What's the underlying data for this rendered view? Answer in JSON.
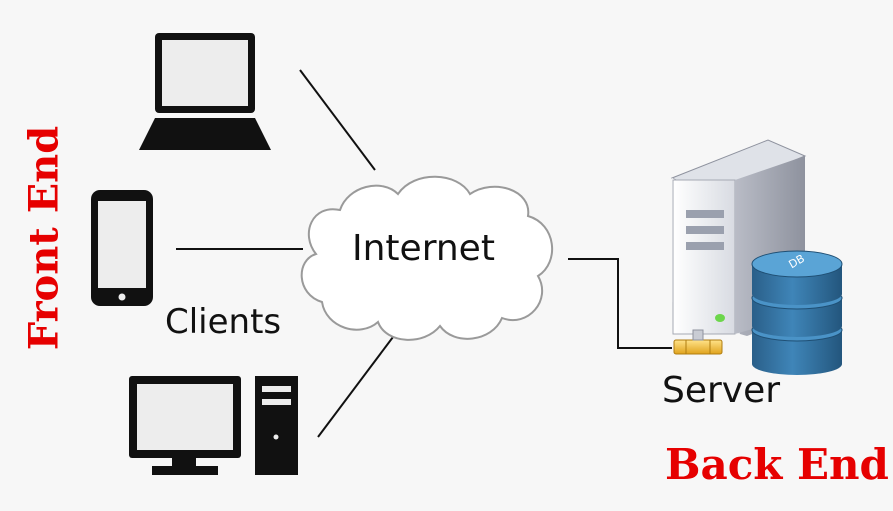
{
  "diagram": {
    "labels": {
      "front_end": "Front End",
      "back_end": "Back End",
      "clients": "Clients",
      "internet": "Internet",
      "server": "Server",
      "db": "DB"
    },
    "nodes": [
      {
        "id": "laptop",
        "icon": "laptop-icon"
      },
      {
        "id": "phone",
        "icon": "smartphone-icon"
      },
      {
        "id": "desktop",
        "icon": "desktop-computer-icon"
      },
      {
        "id": "internet",
        "icon": "cloud-icon"
      },
      {
        "id": "server",
        "icon": "server-tower-icon"
      },
      {
        "id": "database",
        "icon": "database-icon"
      }
    ],
    "edges": [
      {
        "from": "laptop",
        "to": "internet"
      },
      {
        "from": "phone",
        "to": "internet"
      },
      {
        "from": "desktop",
        "to": "internet"
      },
      {
        "from": "internet",
        "to": "server"
      }
    ],
    "colors": {
      "side_labels": "#e60000",
      "icons": "#111111",
      "database": "#2f6c99"
    }
  }
}
